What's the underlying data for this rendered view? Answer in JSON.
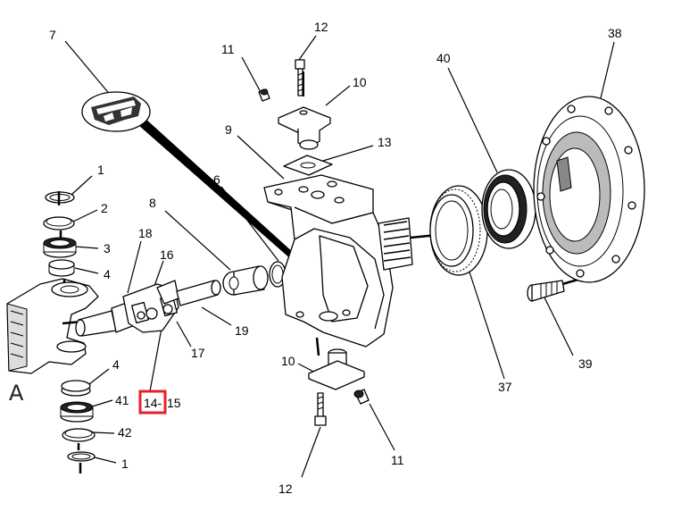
{
  "view_label": "A",
  "labels": {
    "l1_top": "1",
    "l2": "2",
    "l3": "3",
    "l4_top": "4",
    "l18": "18",
    "l16": "16",
    "l8": "8",
    "l7": "7",
    "l6": "6",
    "l9": "9",
    "l11_top": "11",
    "l12_top": "12",
    "l10_top": "10",
    "l13": "13",
    "l40": "40",
    "l38": "38",
    "l19": "19",
    "l17": "17",
    "l4_bot": "4",
    "l41": "41",
    "l42": "42",
    "l1_bot": "1",
    "l14": "14-",
    "l15": "15",
    "l10_bot": "10",
    "l12_bot": "12",
    "l11_bot": "11",
    "l37": "37",
    "l39": "39"
  },
  "highlight": {
    "target": "l14",
    "color": "#e8202a"
  }
}
